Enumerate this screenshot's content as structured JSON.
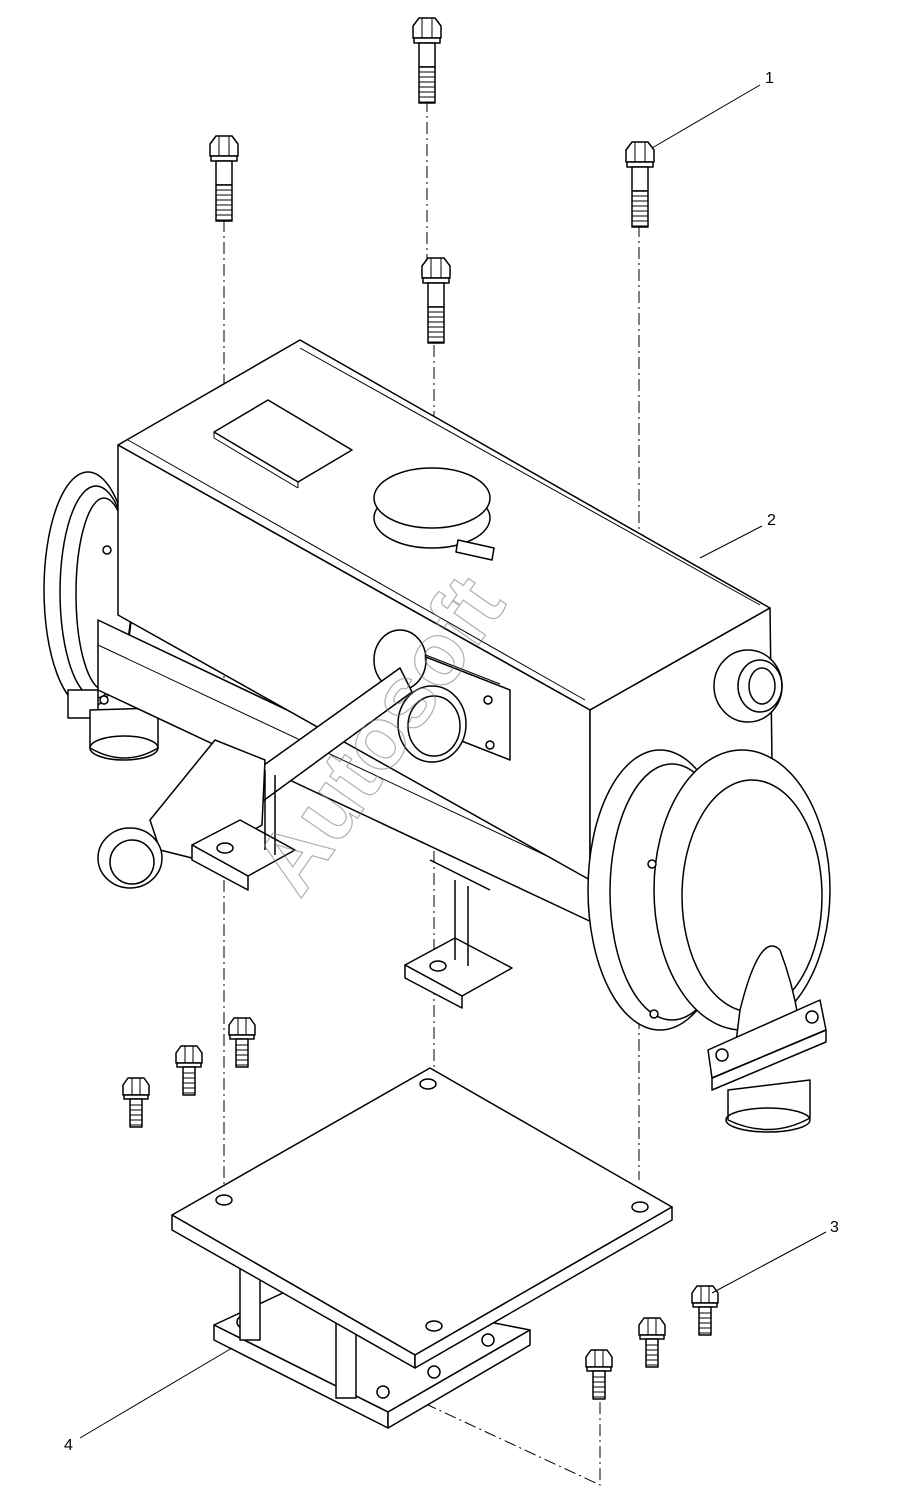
{
  "callouts": {
    "c1": "1",
    "c2": "2",
    "c3": "3",
    "c4": "4"
  },
  "watermark": "Autosoft"
}
